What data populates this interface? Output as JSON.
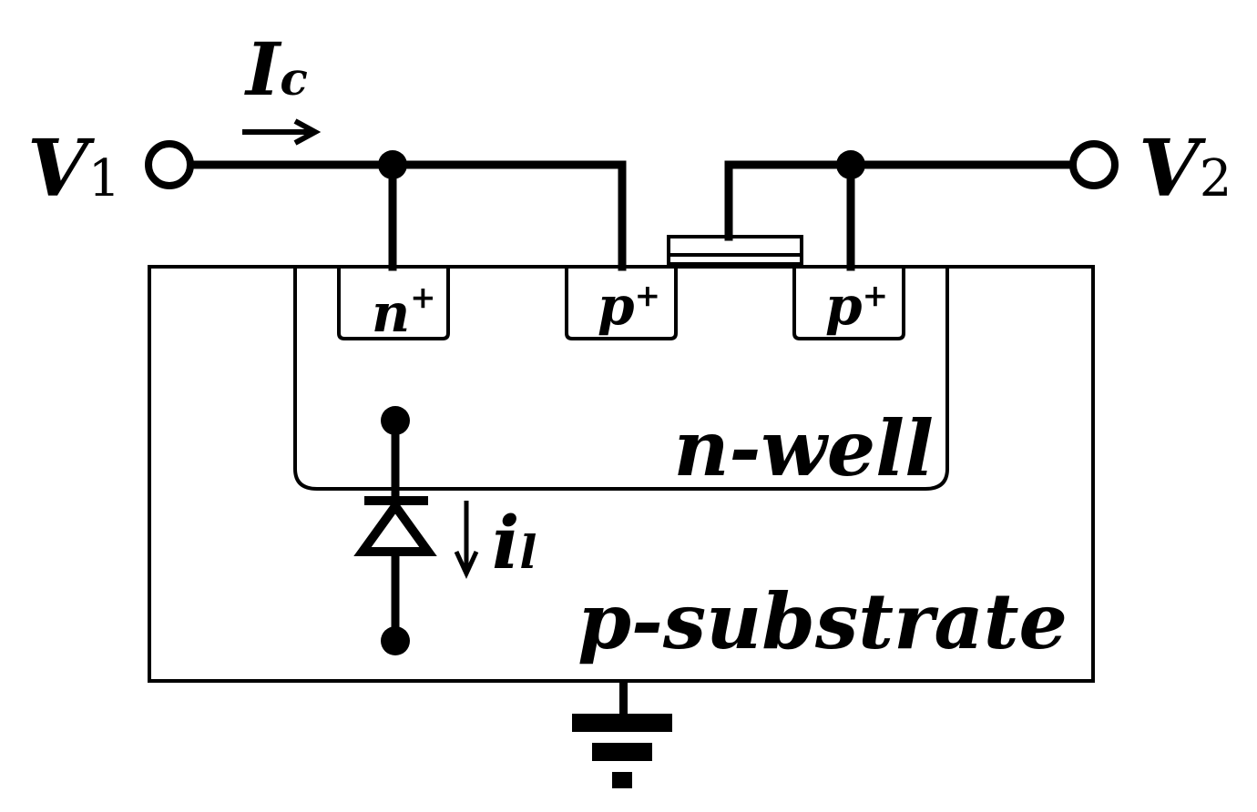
{
  "terminals": {
    "v1": {
      "main": "V",
      "sub": "1"
    },
    "v2": {
      "main": "V",
      "sub": "2"
    }
  },
  "currents": {
    "ic": {
      "main": "I",
      "sub": "c"
    },
    "il": {
      "main": "i",
      "sub": "l"
    }
  },
  "regions": {
    "n_plus": {
      "main": "n",
      "sup": "+"
    },
    "p_plus_left": {
      "main": "p",
      "sup": "+"
    },
    "p_plus_right": {
      "main": "p",
      "sup": "+"
    }
  },
  "layers": {
    "nwell": "n-well",
    "psubstrate": "p-substrate"
  },
  "colors": {
    "ink": "#000000",
    "background": "#ffffff"
  }
}
